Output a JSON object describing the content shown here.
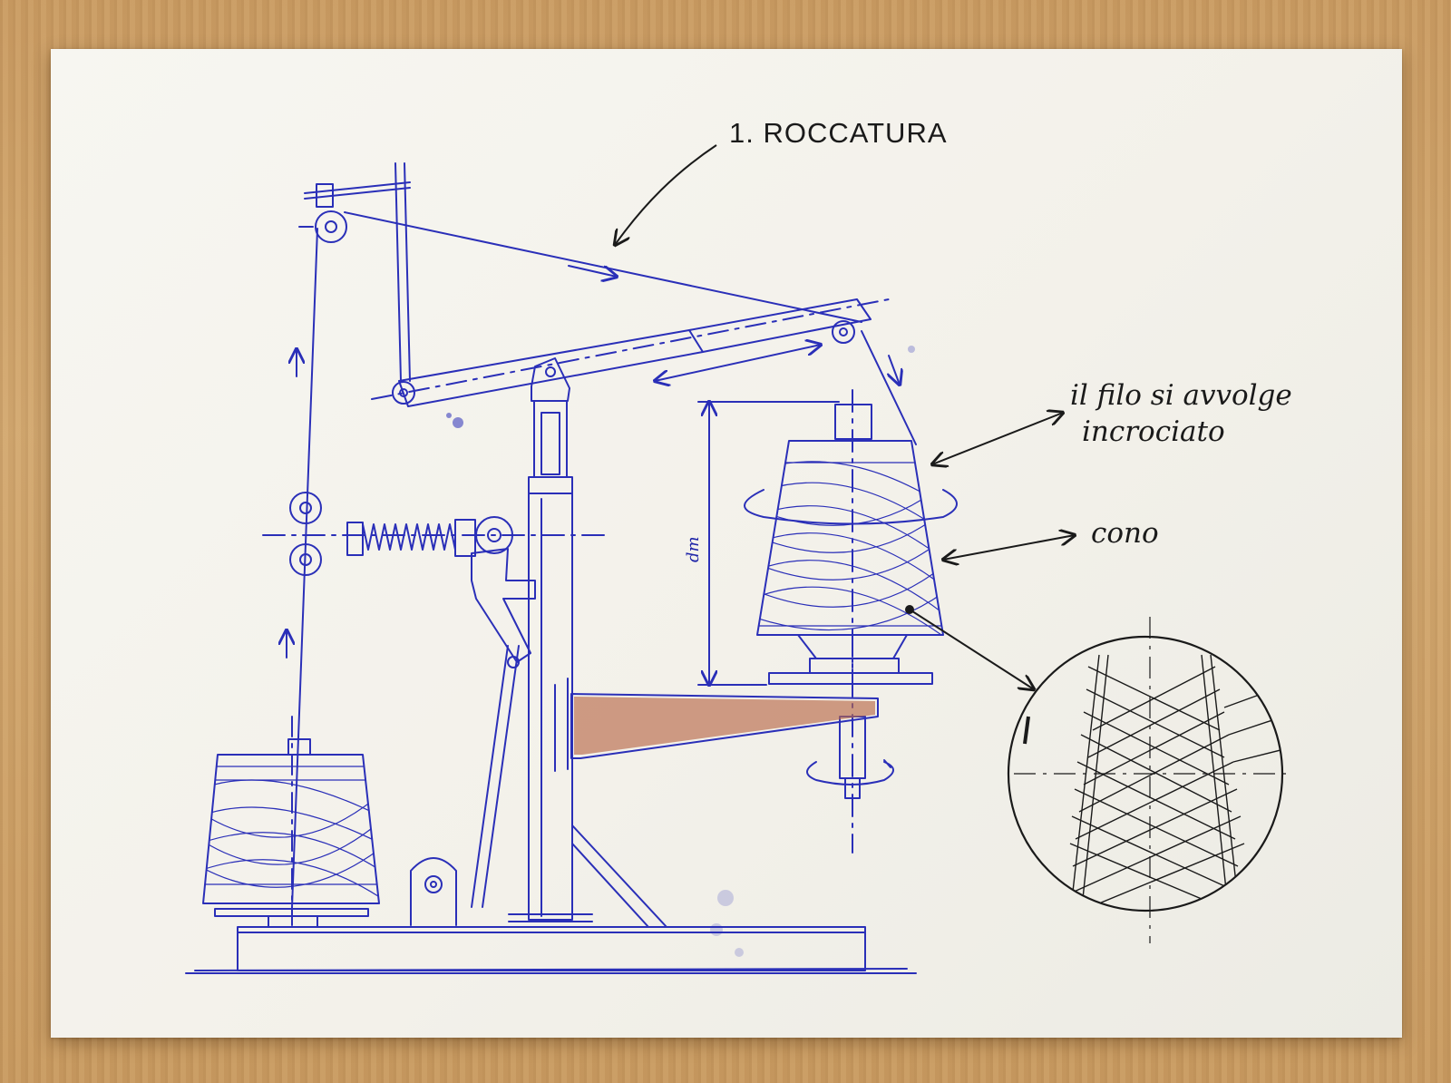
{
  "title": "1. ROCCATURA",
  "annotations": {
    "thread_crossing_line1": "il filo si avvolge",
    "thread_crossing_line2": "incrociato",
    "cone": "cono",
    "diameter": "dm"
  },
  "colors": {
    "ink_blue": "#2a2fb8",
    "ink_black": "#1a1a1a",
    "rust_arm": "#b86a4a",
    "paper": "#f5f4ee"
  }
}
